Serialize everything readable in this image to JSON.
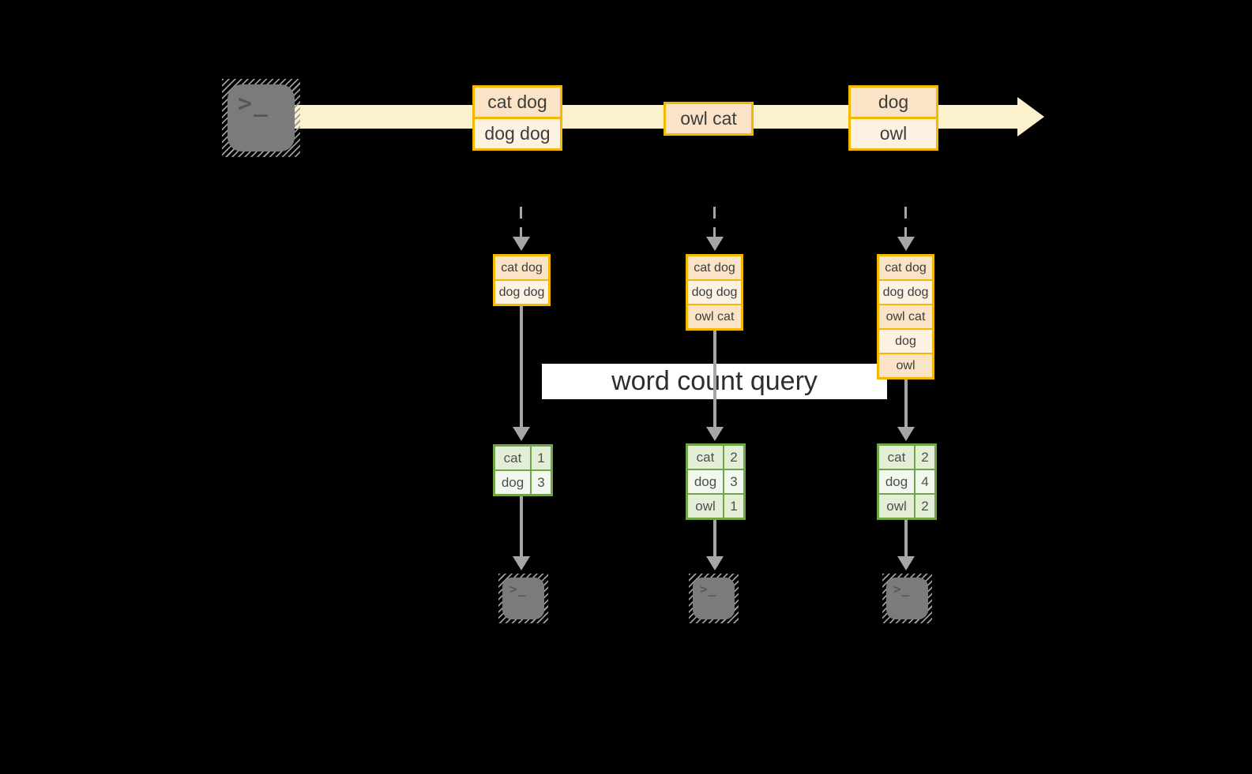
{
  "query": {
    "label": "word count query"
  },
  "terminal": {
    "prompt_glyph": ">_"
  },
  "stream": {
    "groups": [
      [
        "cat dog",
        "dog dog"
      ],
      [
        "owl cat"
      ],
      [
        "dog",
        "owl"
      ]
    ]
  },
  "windows": [
    [
      "cat dog",
      "dog dog"
    ],
    [
      "cat dog",
      "dog dog",
      "owl cat"
    ],
    [
      "cat dog",
      "dog dog",
      "owl cat",
      "dog",
      "owl"
    ]
  ],
  "counts": [
    [
      {
        "word": "cat",
        "count": "1"
      },
      {
        "word": "dog",
        "count": "3"
      }
    ],
    [
      {
        "word": "cat",
        "count": "2"
      },
      {
        "word": "dog",
        "count": "3"
      },
      {
        "word": "owl",
        "count": "1"
      }
    ],
    [
      {
        "word": "cat",
        "count": "2"
      },
      {
        "word": "dog",
        "count": "4"
      },
      {
        "word": "owl",
        "count": "2"
      }
    ]
  ],
  "colors": {
    "background": "#000000",
    "stream_band": "#FBF2CD",
    "record_border": "#F5B800",
    "record_fill_dark": "#FAE3C6",
    "record_fill_light": "#FDF2E2",
    "table_border": "#6FA546",
    "table_fill_dark": "#E3EED7",
    "table_fill_light": "#F3F8EE",
    "arrow_gray": "#A6A6A6",
    "terminal_gray": "#7B7B7B",
    "query_band": "#FFFFFF"
  }
}
